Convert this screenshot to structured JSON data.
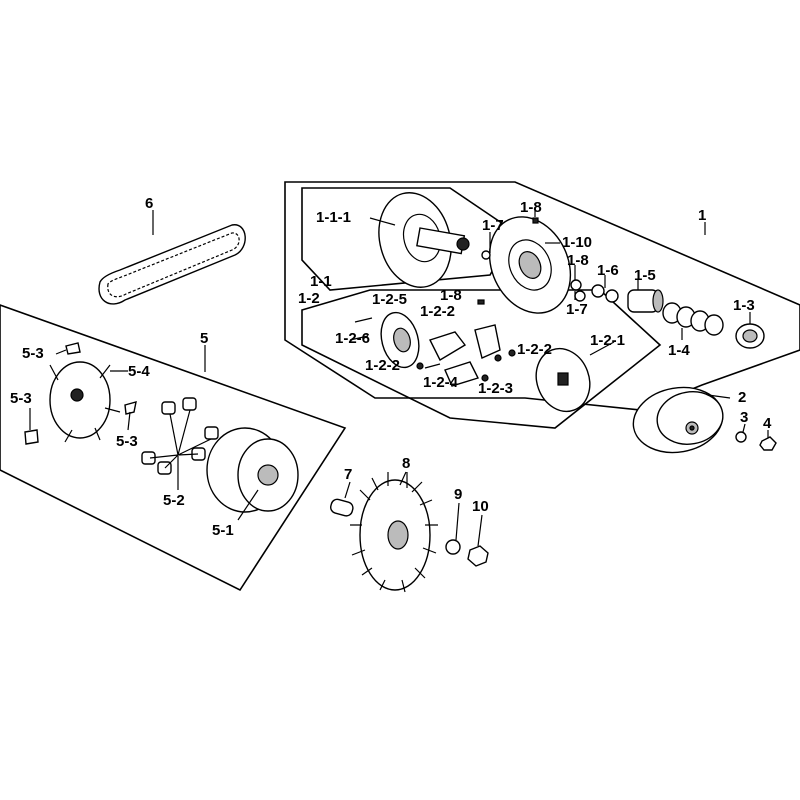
{
  "labels": {
    "l1": "1",
    "l1_1": "1-1",
    "l1_1_1": "1-1-1",
    "l1_2": "1-2",
    "l1_2_1": "1-2-1",
    "l1_2_2_a": "1-2-2",
    "l1_2_2_b": "1-2-2",
    "l1_2_2_c": "1-2-2",
    "l1_2_3": "1-2-3",
    "l1_2_4": "1-2-4",
    "l1_2_5": "1-2-5",
    "l1_2_6": "1-2-6",
    "l1_3": "1-3",
    "l1_4": "1-4",
    "l1_5": "1-5",
    "l1_6": "1-6",
    "l1_7_a": "1-7",
    "l1_7_b": "1-7",
    "l1_8_a": "1-8",
    "l1_8_b": "1-8",
    "l1_8_c": "1-8",
    "l1_10": "1-10",
    "l2": "2",
    "l3": "3",
    "l4": "4",
    "l5": "5",
    "l5_1": "5-1",
    "l5_2": "5-2",
    "l5_3_a": "5-3",
    "l5_3_b": "5-3",
    "l5_3_c": "5-3",
    "l5_4": "5-4",
    "l6": "6",
    "l7": "7",
    "l8": "8",
    "l9": "9",
    "l10": "10"
  }
}
